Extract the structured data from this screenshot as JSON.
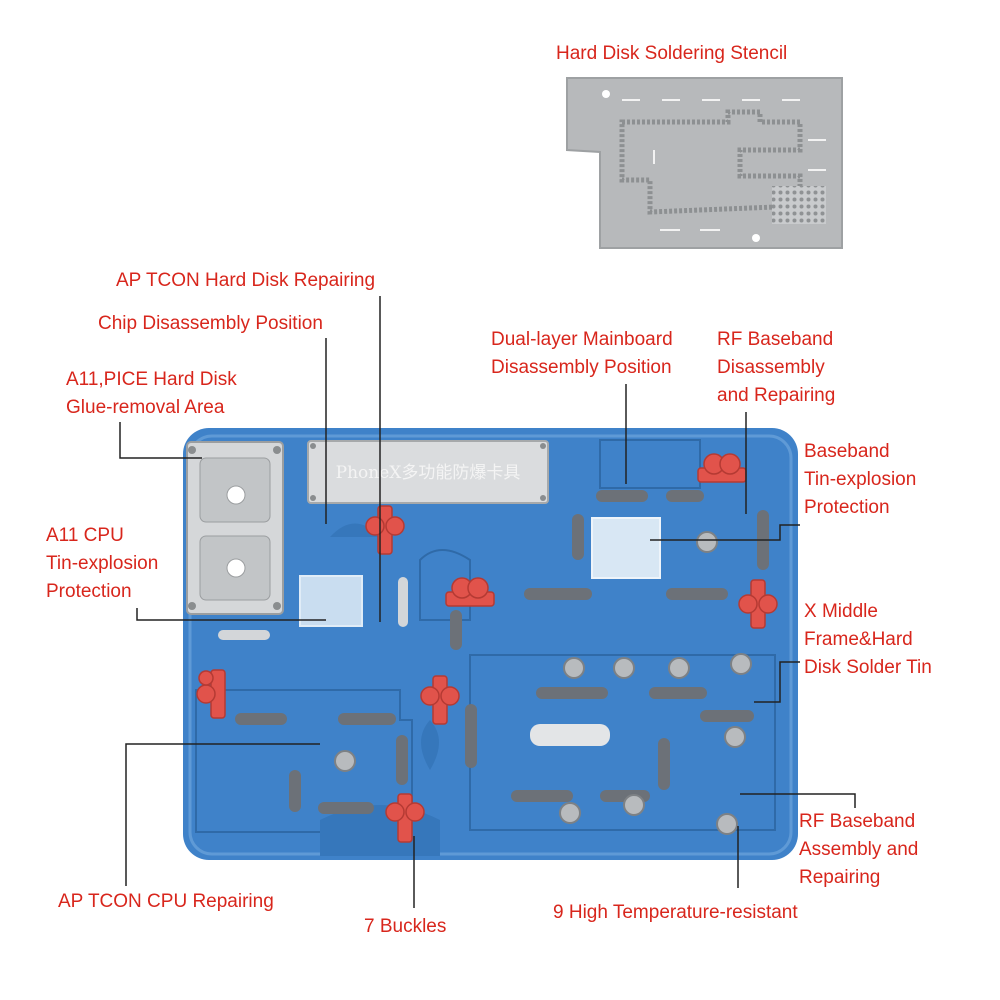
{
  "stencil_title": "Hard Disk Soldering Stencil",
  "plate_engraving": "PhoneX多功能防爆卡具",
  "colors": {
    "label": "#d8261c",
    "fixture_blue": "#3f82c9",
    "buckle_red": "#e1534b",
    "stencil_gray": "#b7b9bb"
  },
  "labels": {
    "ap_tcon_hard_disk": [
      "AP TCON Hard Disk Repairing"
    ],
    "chip_disassembly": [
      "Chip Disassembly Position"
    ],
    "a11_pice": [
      "A11,PICE Hard Disk",
      "Glue-removal Area"
    ],
    "dual_layer": [
      "Dual-layer Mainboard",
      "Disassembly Position"
    ],
    "rf_disassembly": [
      "RF Baseband",
      "Disassembly",
      "and Repairing"
    ],
    "baseband_tin": [
      "Baseband",
      "Tin-explosion",
      "Protection"
    ],
    "a11_cpu": [
      "A11 CPU",
      "Tin-explosion",
      "Protection"
    ],
    "x_middle": [
      "X Middle",
      "Frame&Hard",
      "Disk Solder Tin"
    ],
    "rf_assembly": [
      "RF Baseband",
      "Assembly and",
      "Repairing"
    ],
    "ap_tcon_cpu": [
      "AP TCON CPU Repairing"
    ],
    "buckles": [
      "7 Buckles"
    ],
    "high_temp": [
      "9 High Temperature-resistant"
    ]
  }
}
